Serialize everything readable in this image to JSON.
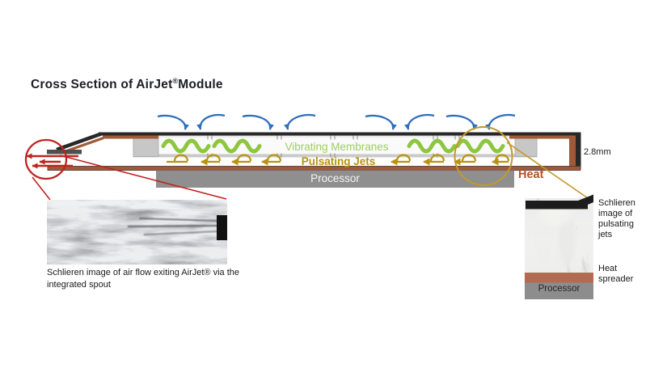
{
  "title": {
    "prefix": "Cross Section of AirJet",
    "reg": "®",
    "suffix": "Module"
  },
  "module": {
    "membranes_label": "Vibrating Membranes",
    "jets_label": "Pulsating Jets",
    "processor_label": "Processor",
    "heat_label": "Heat",
    "thickness_label": "2.8mm"
  },
  "left_inset": {
    "caption": "Schlieren image of air flow exiting AirJet® via the integrated spout"
  },
  "right_inset": {
    "caption": "Schlieren image of pulsating jets",
    "heat_spreader_label": "Heat spreader",
    "processor_label": "Processor"
  },
  "colors": {
    "intake_arrow_blue": "#2e6fbe",
    "membrane_green": "#8dc63f",
    "membrane_text_green": "#9fce62",
    "jet_gold": "#b8940f",
    "copper_lining": "#a05a3a",
    "exit_callout_red": "#c0231f",
    "jets_callout_gold": "#c2992b",
    "heat_text_orange": "#b4532a",
    "processor_gray": "#8f8f8f",
    "lid_black": "#282828"
  }
}
